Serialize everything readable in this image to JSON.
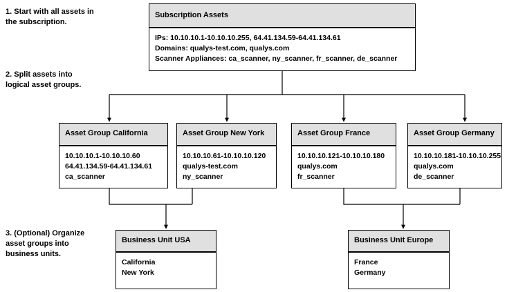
{
  "diagram": {
    "title": "Qualys asset organization hierarchy",
    "colors": {
      "header_fill": "#e0e0e0",
      "border": "#000000",
      "body_fill": "#ffffff",
      "text": "#000000"
    },
    "steps": [
      {
        "id": "step1",
        "text": "1. Start with all assets in\nthe subscription."
      },
      {
        "id": "step2",
        "text": "2. Split assets into\nlogical asset groups."
      },
      {
        "id": "step3",
        "text": "3. (Optional) Organize\nasset groups into\nbusiness units."
      }
    ],
    "subscription": {
      "title": "Subscription Assets",
      "lines": [
        "IPs: 10.10.10.1-10.10.10.255, 64.41.134.59-64.41.134.61",
        "Domains: qualys-test.com, qualys.com",
        "Scanner Appliances: ca_scanner, ny_scanner, fr_scanner, de_scanner"
      ]
    },
    "asset_groups": [
      {
        "title": "Asset Group California",
        "lines": [
          "10.10.10.1-10.10.10.60",
          "64.41.134.59-64.41.134.61",
          "ca_scanner"
        ]
      },
      {
        "title": "Asset Group New York",
        "lines": [
          "10.10.10.61-10.10.10.120",
          "qualys-test.com",
          "ny_scanner"
        ]
      },
      {
        "title": "Asset Group France",
        "lines": [
          "10.10.10.121-10.10.10.180",
          "qualys.com",
          "fr_scanner"
        ]
      },
      {
        "title": "Asset Group Germany",
        "lines": [
          "10.10.10.181-10.10.10.255",
          "qualys.com",
          "de_scanner"
        ]
      }
    ],
    "business_units": [
      {
        "title": "Business Unit USA",
        "lines": [
          "California",
          "New York"
        ]
      },
      {
        "title": "Business Unit Europe",
        "lines": [
          "France",
          "Germany"
        ]
      }
    ]
  }
}
